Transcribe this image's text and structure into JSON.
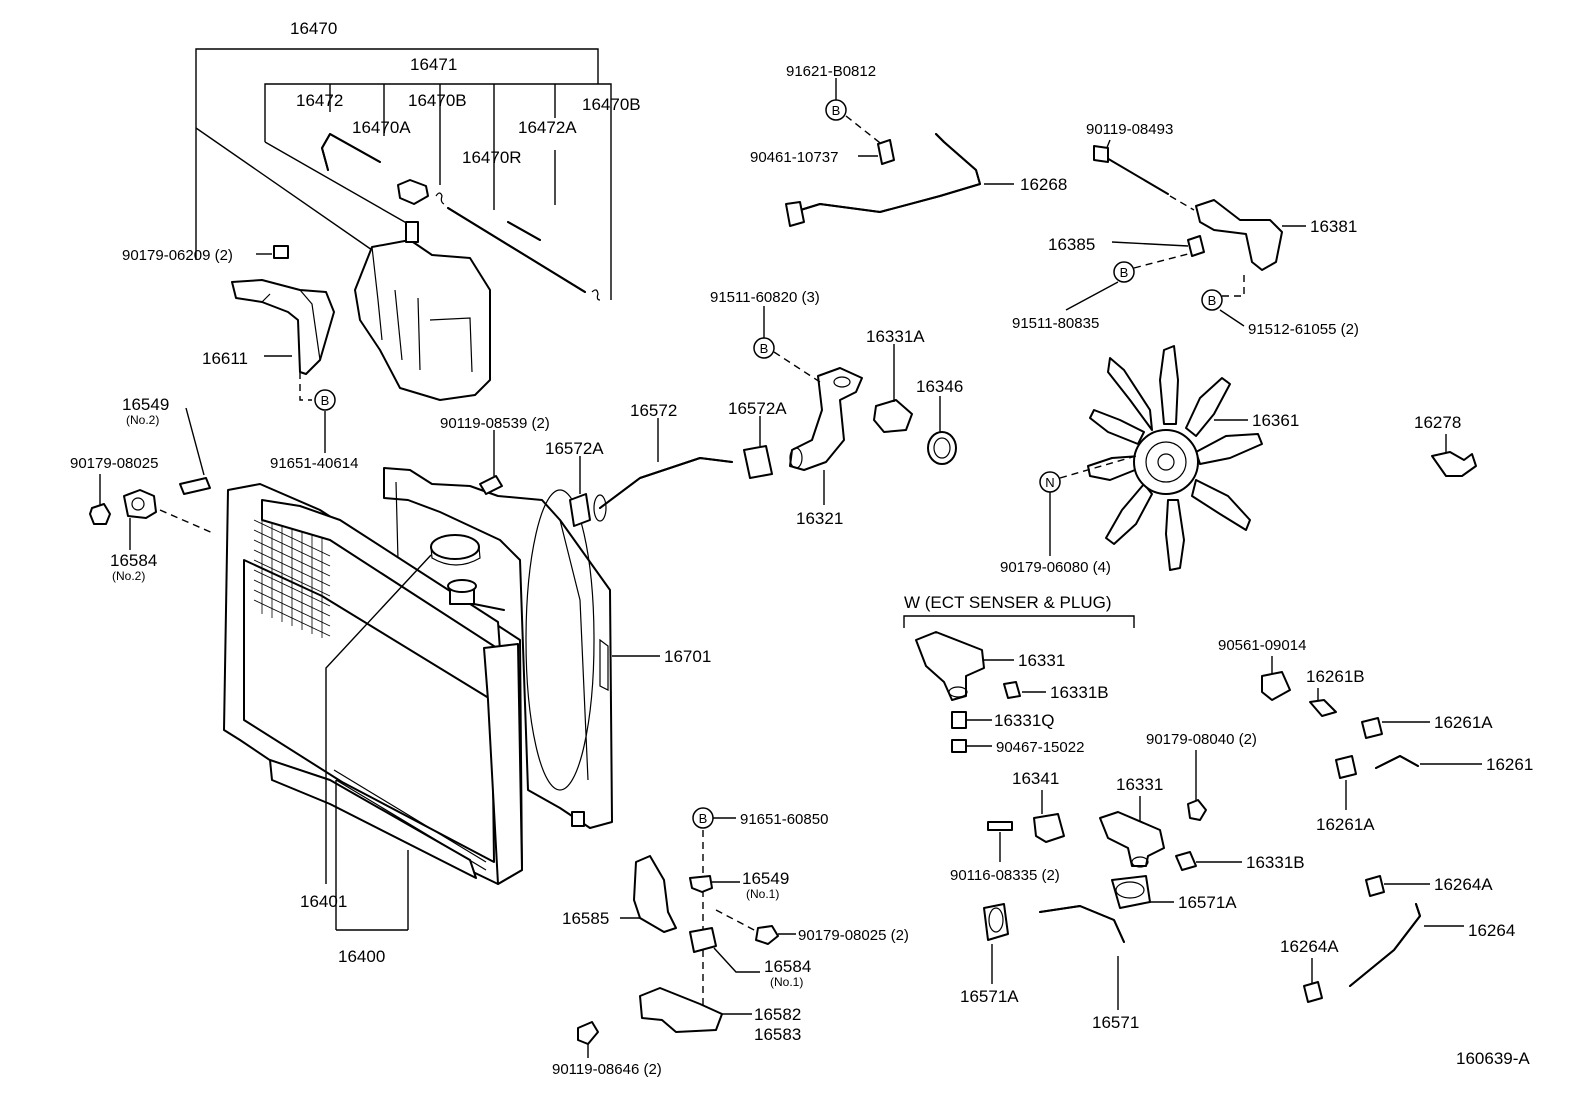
{
  "diagram_id": "160639-A",
  "labels": {
    "p16470": "16470",
    "p16471": "16471",
    "p16472": "16472",
    "p16470B_a": "16470B",
    "p16470B_b": "16470B",
    "p16470A": "16470A",
    "p16472A": "16472A",
    "p16470R": "16470R",
    "p90179_06209": "90179-06209 (2)",
    "p16611": "16611",
    "p91651_40614": "91651-40614",
    "p16549_2": "16549",
    "p16549_2_note": "(No.2)",
    "p90179_08025_a": "90179-08025",
    "p16584_2": "16584",
    "p16584_2_note": "(No.2)",
    "p90119_08539": "90119-08539 (2)",
    "p16572": "16572",
    "p16572A_a": "16572A",
    "p16572A_b": "16572A",
    "p91511_60820": "91511-60820 (3)",
    "p16331A": "16331A",
    "p16346": "16346",
    "p16321": "16321",
    "p91621_B0812": "91621-B0812",
    "p90461_10737": "90461-10737",
    "p16268": "16268",
    "p90119_08493": "90119-08493",
    "p16381": "16381",
    "p16385": "16385",
    "p91511_80835": "91511-80835",
    "p91512_61055": "91512-61055 (2)",
    "p16361": "16361",
    "p16278": "16278",
    "p90179_06080": "90179-06080 (4)",
    "w_ect": "W (ECT SENSER & PLUG)",
    "p16331_a": "16331",
    "p16331B_a": "16331B",
    "p16331Q": "16331Q",
    "p90467_15022": "90467-15022",
    "p16341": "16341",
    "p16331_b": "16331",
    "p90179_08040": "90179-08040 (2)",
    "p16331B_b": "16331B",
    "p90116_08335": "90116-08335 (2)",
    "p16571A_a": "16571A",
    "p16571A_b": "16571A",
    "p16571": "16571",
    "p90561_09014": "90561-09014",
    "p16261B": "16261B",
    "p16261A_a": "16261A",
    "p16261": "16261",
    "p16261A_b": "16261A",
    "p16264A_a": "16264A",
    "p16264": "16264",
    "p16264A_b": "16264A",
    "p16701": "16701",
    "p16401": "16401",
    "p16400": "16400",
    "p91651_60850": "91651-60850",
    "p16549_1": "16549",
    "p16549_1_note": "(No.1)",
    "p16585": "16585",
    "p90179_08025_b": "90179-08025 (2)",
    "p16584_1": "16584",
    "p16584_1_note": "(No.1)",
    "p16582": "16582",
    "p16583": "16583",
    "p90119_08646": "90119-08646 (2)"
  },
  "markers": {
    "b": "B",
    "n": "N"
  }
}
